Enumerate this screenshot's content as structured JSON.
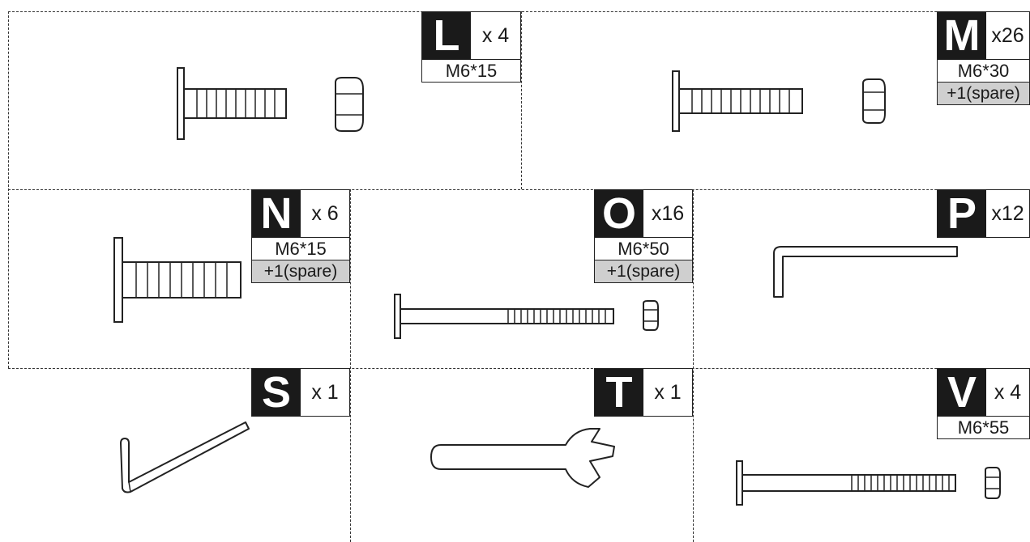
{
  "parts": [
    {
      "id": "L",
      "letter": "L",
      "qty": "x 4",
      "size": "M6*15"
    },
    {
      "id": "M",
      "letter": "M",
      "qty": "x26",
      "size": "M6*30",
      "spare": "+1(spare)"
    },
    {
      "id": "N",
      "letter": "N",
      "qty": "x 6",
      "size": "M6*15",
      "spare": "+1(spare)"
    },
    {
      "id": "O",
      "letter": "O",
      "qty": "x16",
      "size": "M6*50",
      "spare": "+1(spare)"
    },
    {
      "id": "P",
      "letter": "P",
      "qty": "x12"
    },
    {
      "id": "S",
      "letter": "S",
      "qty": "x 1"
    },
    {
      "id": "T",
      "letter": "T",
      "qty": "x 1"
    },
    {
      "id": "V",
      "letter": "V",
      "qty": "x 4",
      "size": "M6*55"
    }
  ],
  "icons": {
    "L": [
      "short-bolt-icon",
      "nut-icon"
    ],
    "M": [
      "bolt-icon",
      "nut-icon"
    ],
    "N": [
      "short-bolt-icon"
    ],
    "O": [
      "long-bolt-icon",
      "nut-icon"
    ],
    "P": [
      "allen-key-icon"
    ],
    "S": [
      "allen-key-icon"
    ],
    "T": [
      "wrench-icon"
    ],
    "V": [
      "long-bolt-icon",
      "nut-icon"
    ]
  }
}
